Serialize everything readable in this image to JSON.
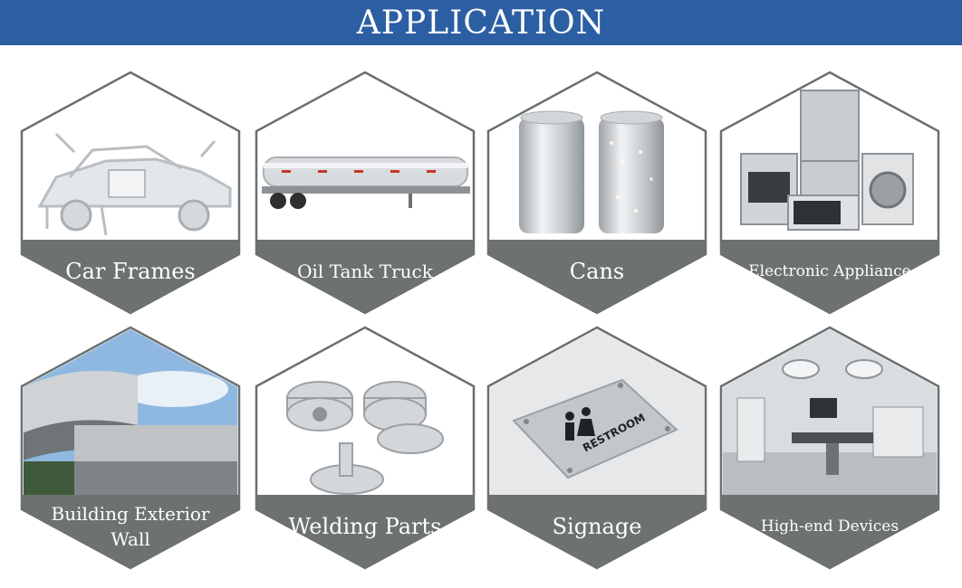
{
  "header": {
    "title": "APPLICATION"
  },
  "colors": {
    "banner": "#2c5ea3",
    "hex_outline": "#6b6f70",
    "label_band": "#6d7171",
    "label_text": "#ffffff"
  },
  "applications": [
    {
      "label": "Car Frames",
      "icon": "car-frame-icon"
    },
    {
      "label": "Oil Tank Truck",
      "icon": "tank-truck-icon"
    },
    {
      "label": "Cans",
      "icon": "can-icon"
    },
    {
      "label": "Electronic Appliance",
      "icon": "appliance-icon"
    },
    {
      "label": "Building Exterior Wall",
      "icon": "building-icon"
    },
    {
      "label": "Welding Parts",
      "icon": "welding-parts-icon"
    },
    {
      "label": "Signage",
      "icon": "signage-icon",
      "sign_text": "RESTROOM"
    },
    {
      "label": "High-end Devices",
      "icon": "medical-devices-icon"
    }
  ]
}
